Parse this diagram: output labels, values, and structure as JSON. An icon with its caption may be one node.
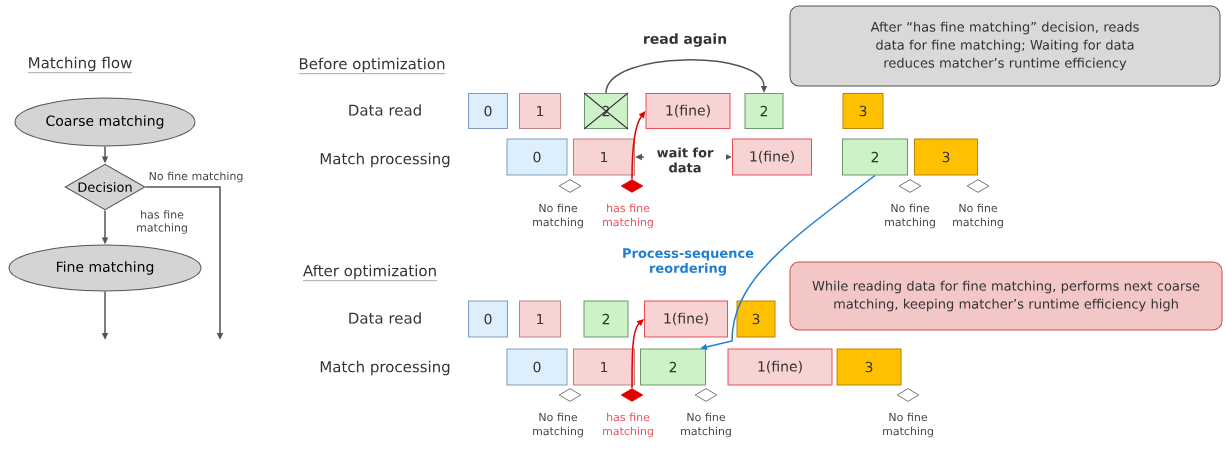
{
  "diagram": {
    "nodes": [
      {
        "text": [
          "Coarse matching"
        ]
      },
      {
        "text": [
          "Decision"
        ]
      },
      {
        "text": [
          "Fine matching"
        ]
      },
      {
        "text": [
          "After “has fine matching” decision, reads data for fine matching; Waiting for data reduces matcher’s runtime efficiency"
        ]
      },
      {
        "text": [
          "0"
        ]
      },
      {
        "text": [
          "1"
        ]
      },
      {
        "text": [
          "2"
        ]
      },
      {
        "text": [
          "1(fine)"
        ]
      },
      {
        "text": [
          "2"
        ]
      },
      {
        "text": [
          "3"
        ]
      },
      {
        "text": [
          "0"
        ]
      },
      {
        "text": [
          "1"
        ]
      },
      {
        "text": [
          "1(fine)"
        ]
      },
      {
        "text": [
          "2"
        ]
      },
      {
        "text": [
          "3"
        ]
      },
      {
        "text": [],
        "shape": "diamond",
        "beside": [
          "No fine matching"
        ]
      },
      {
        "text": [],
        "shape": "diamond",
        "beside": [
          "has fine matching"
        ]
      },
      {
        "text": [],
        "shape": "diamond",
        "beside": [
          "No fine matching"
        ]
      },
      {
        "text": [],
        "shape": "diamond",
        "beside": [
          "No fine matching"
        ]
      },
      {
        "text": [
          "While reading data for fine matching, performs next coarse matching, keeping matcher’s runtime efficiency high"
        ]
      },
      {
        "text": [
          "0"
        ]
      },
      {
        "text": [
          "1"
        ]
      },
      {
        "text": [
          "2"
        ]
      },
      {
        "text": [
          "1(fine)"
        ]
      },
      {
        "text": [
          "3"
        ]
      },
      {
        "text": [
          "0"
        ]
      },
      {
        "text": [
          "1"
        ]
      },
      {
        "text": [
          "2"
        ]
      },
      {
        "text": [
          "1(fine)"
        ]
      },
      {
        "text": [
          "3"
        ]
      },
      {
        "text": [],
        "shape": "diamond",
        "beside": [
          "No fine matching"
        ]
      },
      {
        "text": [],
        "shape": "diamond",
        "beside": [
          "has fine matching"
        ]
      },
      {
        "text": [],
        "shape": "diamond",
        "beside": [
          "No fine matching"
        ]
      },
      {
        "text": [],
        "shape": "diamond",
        "beside": [
          "No fine matching"
        ]
      }
    ],
    "edges": [
      {
        "from": 0,
        "to": 1,
        "arrow": "to"
      },
      {
        "from": 1,
        "to": 2,
        "arrow": "to",
        "label": "has fine matching"
      },
      {
        "from": 1,
        "to": null,
        "arrow": "to",
        "label": "No fine matching"
      },
      {
        "from": 2,
        "to": null,
        "arrow": "to"
      },
      {
        "from": 6,
        "to": 8,
        "arrow": "to",
        "label": "read again"
      },
      {
        "from": 16,
        "to": 7,
        "arrow": "to",
        "color": "#e00000"
      },
      {
        "from": 11,
        "to": 12,
        "arrow": "both",
        "label": "wait for data"
      },
      {
        "from": 13,
        "to": 27,
        "arrow": "to",
        "color": "#1f7fd0",
        "label": "Process-sequence reordering"
      },
      {
        "from": 31,
        "to": 23,
        "arrow": "to",
        "color": "#e00000"
      }
    ],
    "labels": [
      "Matching flow",
      "Before optimization",
      "Data read",
      "Match processing",
      "After optimization",
      "Data read",
      "Match processing"
    ]
  }
}
